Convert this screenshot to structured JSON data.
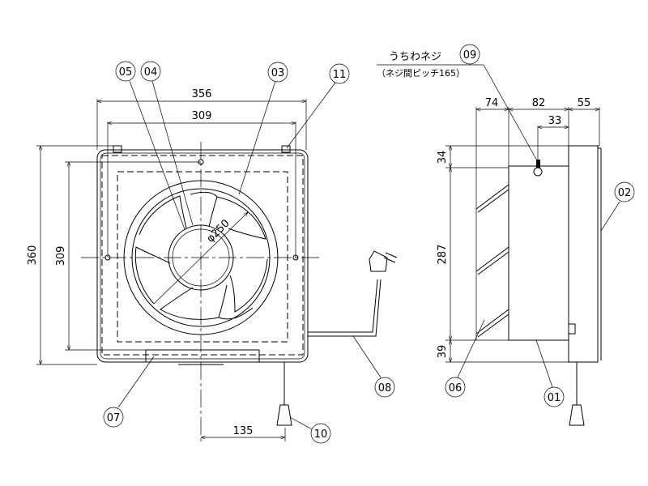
{
  "drawing": {
    "front_view": {
      "dims": {
        "width_outer": "356",
        "width_inner": "309",
        "height_outer": "360",
        "height_inner": "309",
        "cord_offset": "135",
        "fan_diameter": "φ250"
      }
    },
    "side_view": {
      "dims": {
        "d74": "74",
        "d82": "82",
        "d55": "55",
        "d33": "33",
        "h34": "34",
        "h287": "287",
        "h39": "39"
      }
    },
    "screw_note": {
      "title": "うちわネジ",
      "pitch": "（ネジ間ピッチ165）"
    },
    "part_labels": {
      "p01": "01",
      "p02": "02",
      "p03": "03",
      "p04": "04",
      "p05": "05",
      "p06": "06",
      "p07": "07",
      "p08": "08",
      "p09": "09",
      "p10": "10",
      "p11": "11"
    }
  }
}
